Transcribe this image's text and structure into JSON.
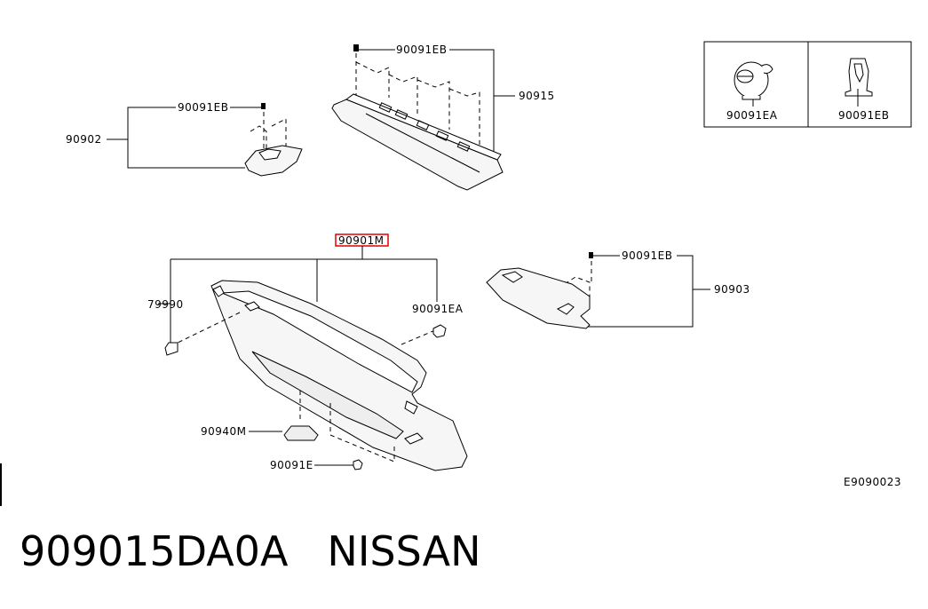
{
  "labels": {
    "p90091EB_top": "90091EB",
    "p90915": "90915",
    "p90091EB_left": "90091EB",
    "p90902": "90902",
    "p90901M": "90901M",
    "p79990": "79990",
    "p90091EA": "90091EA",
    "p90091EB_right": "90091EB",
    "p90903": "90903",
    "p90940M": "90940M",
    "p90091E": "90091E",
    "diagram_id": "E9090023"
  },
  "legend": {
    "left_label": "90091EA",
    "right_label": "90091EB"
  },
  "footer": {
    "part_number": "909015DA0A",
    "brand": "NISSAN"
  },
  "colors": {
    "highlight": "#e00000",
    "line": "#000000",
    "part_fill": "#f4f4f4"
  }
}
